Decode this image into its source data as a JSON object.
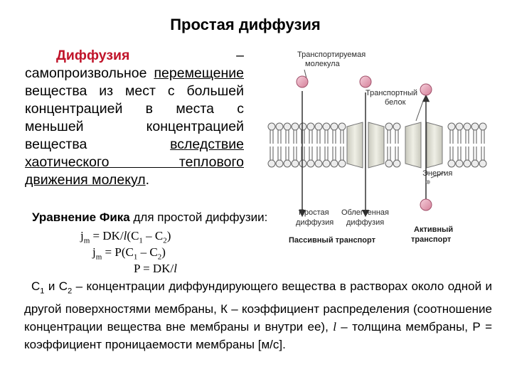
{
  "title": "Простая диффузия",
  "definition": {
    "term": "Диффузия",
    "dash": "–",
    "line1": "самопроизвольное",
    "line2_ul": "перемещение",
    "line2_rest": " вещества из мест с большей концентрацией в места с меньшей концентрацией вещества ",
    "ul2": "вследствие хаотического теплового движения молекул",
    "end": "."
  },
  "diagram": {
    "label_molecule_1": "Транспортируемая",
    "label_molecule_2": "молекула",
    "label_protein_1": "Транспортный",
    "label_protein_2": "белок",
    "label_energy": "Энергия",
    "label_simple_1": "Простая",
    "label_simple_2": "диффузия",
    "label_facilitated_1": "Облегченная",
    "label_facilitated_2": "диффузия",
    "label_passive": "Пассивный транспорт",
    "label_active_1": "Активный",
    "label_active_2": "транспорт",
    "colors": {
      "molecule": "#e8a0b4",
      "protein": "#dcdcd0",
      "lipid_head": "#e9e9e9",
      "line": "#333333"
    }
  },
  "fick": {
    "bold": "Уравнение Фика",
    "rest": " для простой диффузии:",
    "eq1_a": "j",
    "eq1_a_sub": "m",
    "eq1_b": " = DK/",
    "eq1_l": "l",
    "eq1_c": "(C",
    "eq1_c_sub": "1",
    "eq1_d": " – C",
    "eq1_d_sub": "2",
    "eq1_e": ")",
    "eq2_a": "j",
    "eq2_a_sub": "m",
    "eq2_b": " = P(C",
    "eq2_b_sub": "1",
    "eq2_c": " – C",
    "eq2_c_sub": "2",
    "eq2_d": ")",
    "eq3_a": "P = DK/",
    "eq3_l": "l"
  },
  "description": {
    "c1": "C",
    "c1_sub": "1",
    "and": " и ",
    "c2": "C",
    "c2_sub": "2",
    "part1": " – концентрации диффундирующего вещества в растворах около одной и другой поверхностями мембраны, К – коэффициент распределения (соотношение концентрации вещества вне мембраны и внутри ее), ",
    "l": "l",
    "part2": " – толщина мембраны, Р = коэффициент проницаемости мембраны [м/с]."
  }
}
